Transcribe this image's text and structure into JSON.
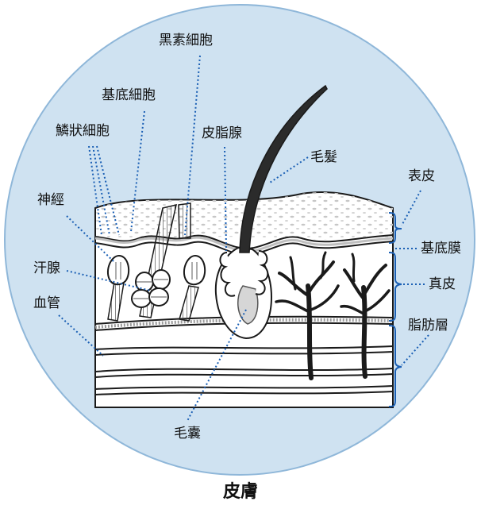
{
  "title": "皮膚",
  "labels": {
    "melanocyte": "黑素細胞",
    "basal_cell": "基底細胞",
    "squamous_cell": "鱗狀細胞",
    "sebaceous_gland": "皮脂腺",
    "hair": "毛髮",
    "epidermis": "表皮",
    "nerve": "神經",
    "basement_membrane": "基底膜",
    "sweat_gland": "汗腺",
    "dermis": "真皮",
    "blood_vessel": "血管",
    "fat_layer": "脂肪層",
    "hair_follicle": "毛囊"
  },
  "colors": {
    "circle_fill": "#cfe2f1",
    "circle_stroke": "#8fb7d9",
    "leader": "#1a5fb4",
    "ink": "#1a1a1a"
  }
}
